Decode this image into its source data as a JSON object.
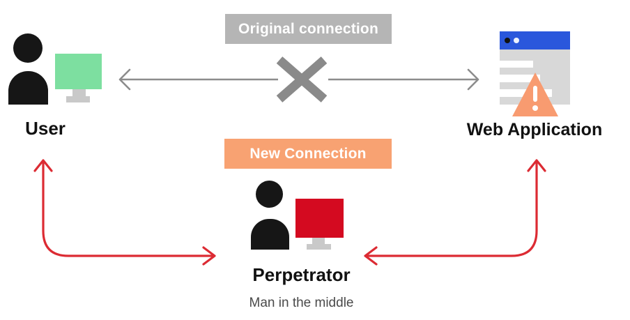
{
  "connections": {
    "original": {
      "label": "Original connection",
      "blocked": true
    },
    "new": {
      "label": "New Connection"
    }
  },
  "nodes": {
    "user": {
      "label": "User"
    },
    "web_application": {
      "label": "Web Application"
    },
    "perpetrator": {
      "label": "Perpetrator",
      "sublabel": "Man in the middle"
    }
  },
  "icons": {
    "user": "person-with-green-monitor-icon",
    "web_application": "browser-window-with-warning-triangle-icon",
    "perpetrator": "person-with-red-monitor-icon",
    "blocked": "x-mark-icon"
  },
  "colors": {
    "gray_label_bg": "#B5B5B5",
    "orange_label_bg": "#F8A272",
    "gray_arrow": "#8C8C8C",
    "x_mark": "#8A8A8A",
    "red_arrow": "#DC2B33",
    "green_screen": "#7DDFA0",
    "red_screen": "#D40A20",
    "monitor_stand": "#C9C9C9",
    "browser_header": "#2A57DC",
    "browser_body": "#D8D8D8",
    "warning_triangle": "#F89B70",
    "person": "#161616",
    "label_text": "#111111",
    "sublabel_text": "#4A4A4A",
    "box_text": "#FFFFFF"
  }
}
